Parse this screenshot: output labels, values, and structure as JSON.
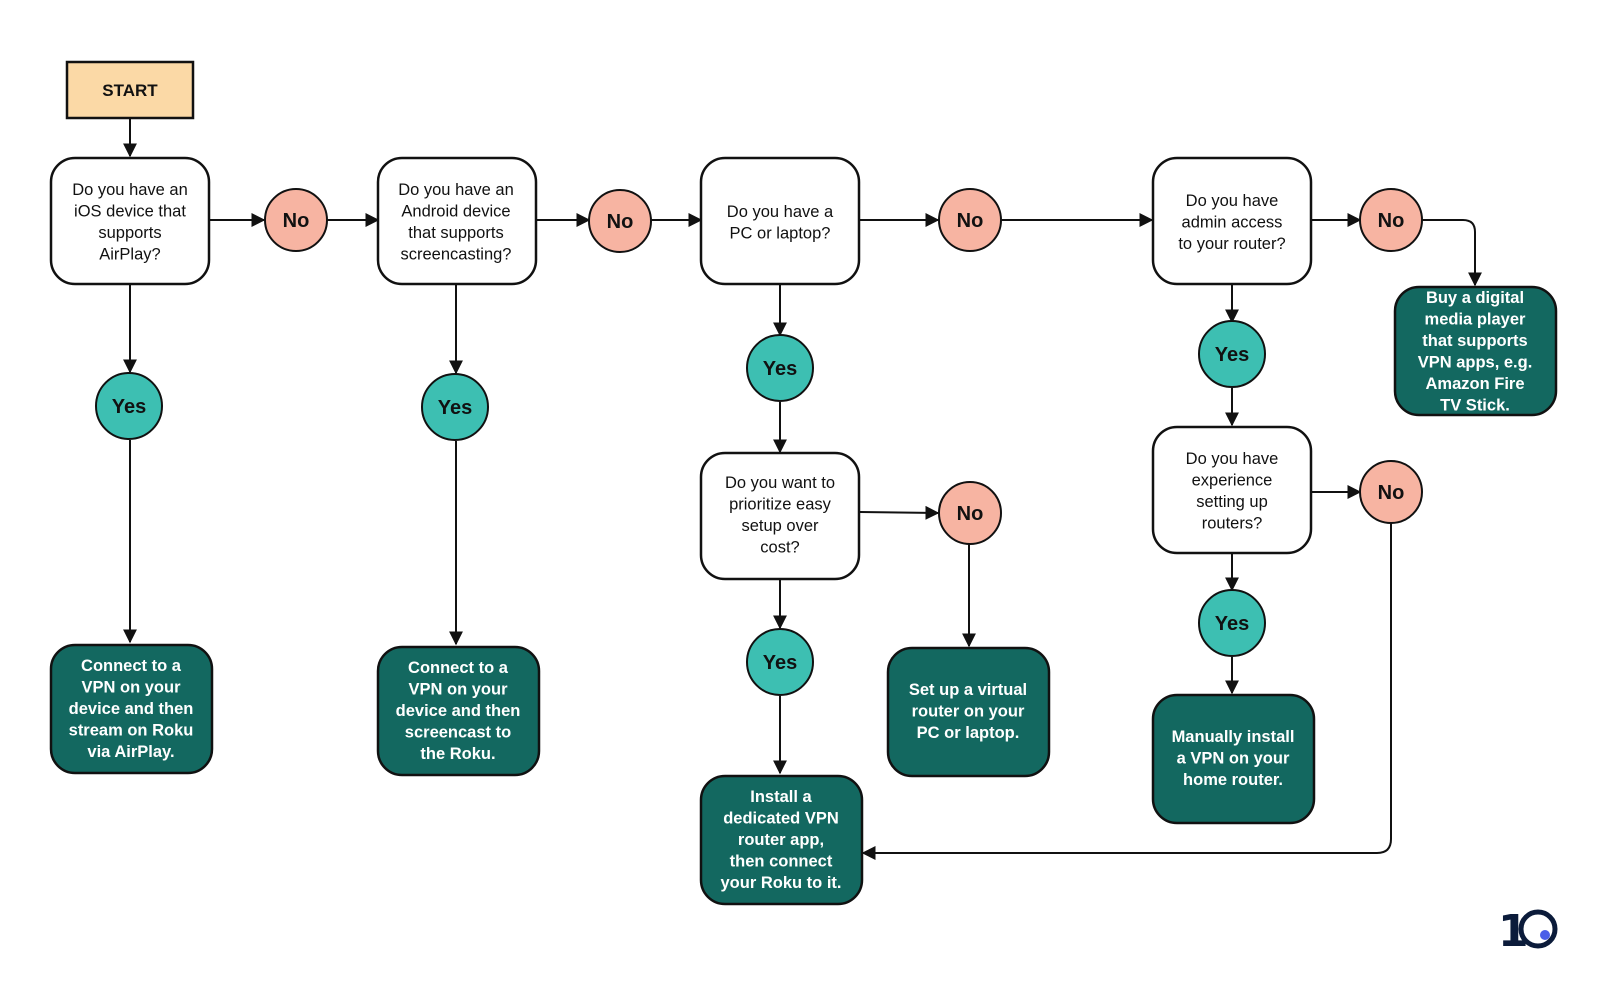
{
  "colors": {
    "start_fill": "#fbd9a6",
    "question_fill": "#ffffff",
    "result_fill": "#136860",
    "no_fill": "#f7b4a2",
    "yes_fill": "#3dbfb2",
    "stroke": "#111111",
    "logo_dot": "#4a5ee8"
  },
  "start": {
    "label": "START"
  },
  "questions": {
    "ios": {
      "lines": [
        "Do you have an",
        "iOS device that",
        "supports",
        "AirPlay?"
      ]
    },
    "android": {
      "lines": [
        "Do you have an",
        "Android device",
        "that supports",
        "screencasting?"
      ]
    },
    "pc": {
      "lines": [
        "Do you have a",
        "PC or laptop?"
      ]
    },
    "admin": {
      "lines": [
        "Do you have",
        "admin access",
        "to your router?"
      ]
    },
    "easy": {
      "lines": [
        "Do you want to",
        "prioritize easy",
        "setup over",
        "cost?"
      ]
    },
    "experience": {
      "lines": [
        "Do you have",
        "experience",
        "setting up",
        "routers?"
      ]
    }
  },
  "results": {
    "airplay": {
      "lines": [
        "Connect to a",
        "VPN on your",
        "device and then",
        "stream on Roku",
        "via AirPlay."
      ]
    },
    "screencast": {
      "lines": [
        "Connect to a",
        "VPN on your",
        "device and then",
        "screencast to",
        "the Roku."
      ]
    },
    "dedicated": {
      "lines": [
        "Install a",
        "dedicated VPN",
        "router app,",
        "then connect",
        "your Roku to it."
      ]
    },
    "virtual": {
      "lines": [
        "Set up a virtual",
        "router on your",
        "PC or laptop."
      ]
    },
    "manual": {
      "lines": [
        "Manually install",
        "a VPN on your",
        "home router."
      ]
    },
    "player": {
      "lines": [
        "Buy a digital",
        "media player",
        "that supports",
        "VPN apps, e.g.",
        "Amazon Fire",
        "TV Stick."
      ]
    }
  },
  "answers": {
    "yes": "Yes",
    "no": "No"
  },
  "logo": {
    "text": "1",
    "icon": "circle-dot-logo"
  }
}
